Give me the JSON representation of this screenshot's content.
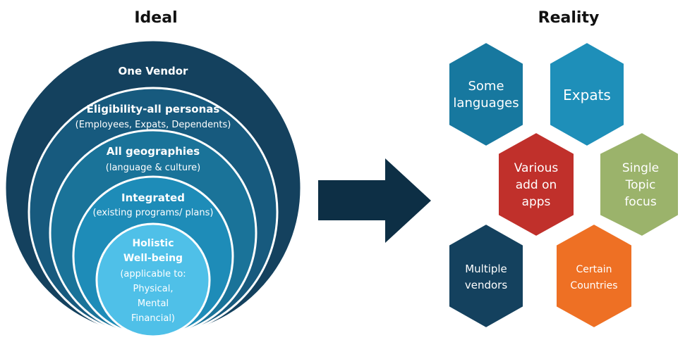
{
  "ideal": {
    "title": "Ideal",
    "rings": [
      {
        "title": "One Vendor",
        "subtitle": "",
        "color": "#14415e"
      },
      {
        "title": "Eligibility-all personas",
        "subtitle": "(Employees, Expats, Dependents)",
        "color": "#175a7e"
      },
      {
        "title": "All geographies",
        "subtitle": "(language & culture)",
        "color": "#1a7399"
      },
      {
        "title": "Integrated",
        "subtitle": "(existing programs/ plans)",
        "color": "#1e8cb8"
      }
    ],
    "core": {
      "title_line1": "Holistic",
      "title_line2": "Well-being",
      "detail_line1": "(applicable to:",
      "detail_line2": "Physical,",
      "detail_line3": "Mental",
      "detail_line4": "Financial)",
      "color": "#4fc0e8"
    }
  },
  "arrow": {
    "color": "#0d2f45"
  },
  "reality": {
    "title": "Reality",
    "hexagons": [
      {
        "line1": "Some",
        "line2": "languages",
        "line3": "",
        "color": "#17789f"
      },
      {
        "line1": "Expats",
        "line2": "",
        "line3": "",
        "color": "#1e8fb9"
      },
      {
        "line1": "Various",
        "line2": "add on",
        "line3": "apps",
        "color": "#c0302b"
      },
      {
        "line1": "Single",
        "line2": "Topic",
        "line3": "focus",
        "color": "#9bb36b"
      },
      {
        "line1": "Multiple",
        "line2": "vendors",
        "line3": "",
        "color": "#14415e"
      },
      {
        "line1": "Certain",
        "line2": "Countries",
        "line3": "",
        "color": "#ee7024"
      }
    ]
  }
}
